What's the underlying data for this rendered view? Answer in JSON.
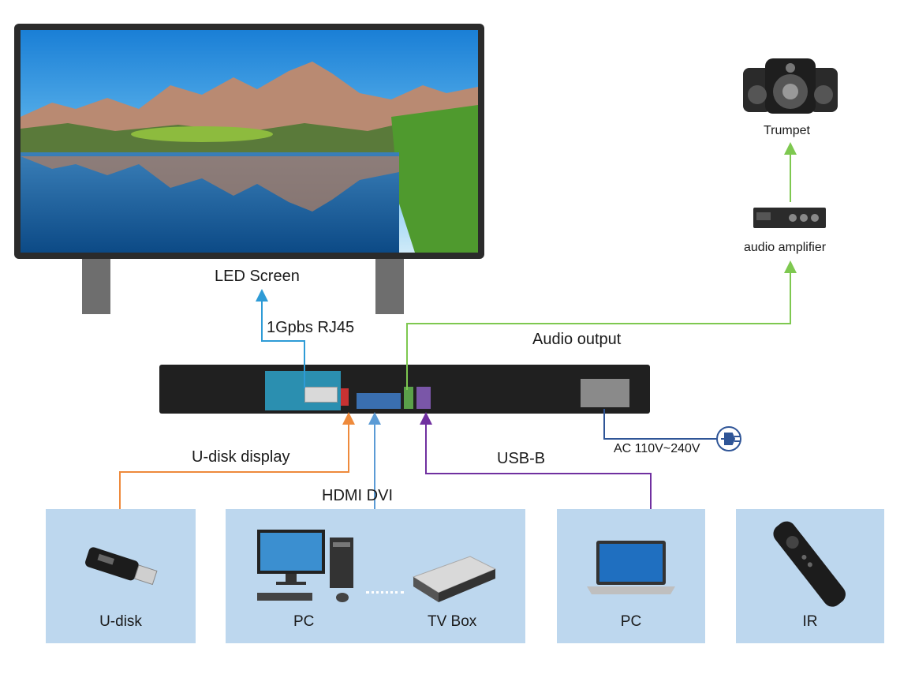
{
  "colors": {
    "rj45_line": "#2e9bd6",
    "audio_line": "#7ec850",
    "udisk_line": "#ee8a3c",
    "hdmi_line": "#5b9bd5",
    "usb_line": "#7030a0",
    "power_line": "#2f5597",
    "device_box": "#bdd7ee"
  },
  "labels": {
    "led_screen": "LED Screen",
    "rj45": "1Gpbs RJ45",
    "audio_output": "Audio output",
    "trumpet": "Trumpet",
    "audio_amplifier": "audio amplifier",
    "udisk_display": "U-disk display",
    "hdmi_dvi": "HDMI  DVI",
    "usb_b": "USB-B",
    "ac_power": "AC 110V~240V"
  },
  "devices": {
    "udisk": "U-disk",
    "pc": "PC",
    "tv_box": "TV Box",
    "pc2": "PC",
    "ir": "IR"
  }
}
